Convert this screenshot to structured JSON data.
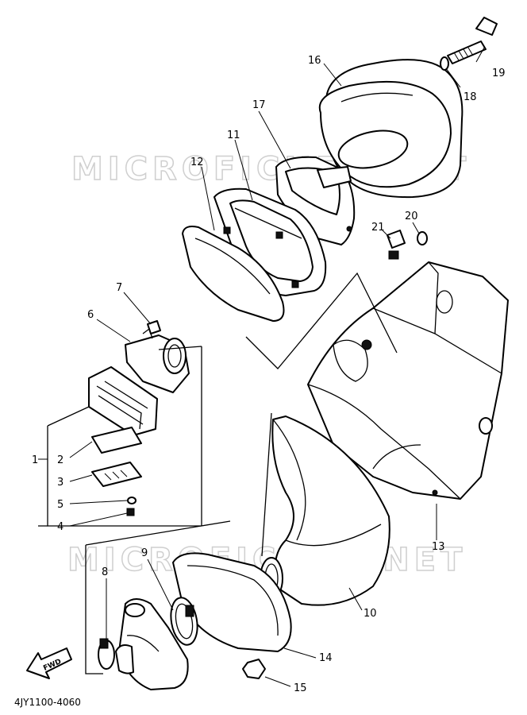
{
  "watermark": "MICROFICHES.NET",
  "diagram_code": "4JY1100-4060",
  "fwd_label": "FWD",
  "callouts": [
    "1",
    "2",
    "3",
    "4",
    "5",
    "6",
    "7",
    "8",
    "9",
    "10",
    "11",
    "12",
    "13",
    "14",
    "15",
    "16",
    "17",
    "18",
    "19",
    "20",
    "21"
  ]
}
